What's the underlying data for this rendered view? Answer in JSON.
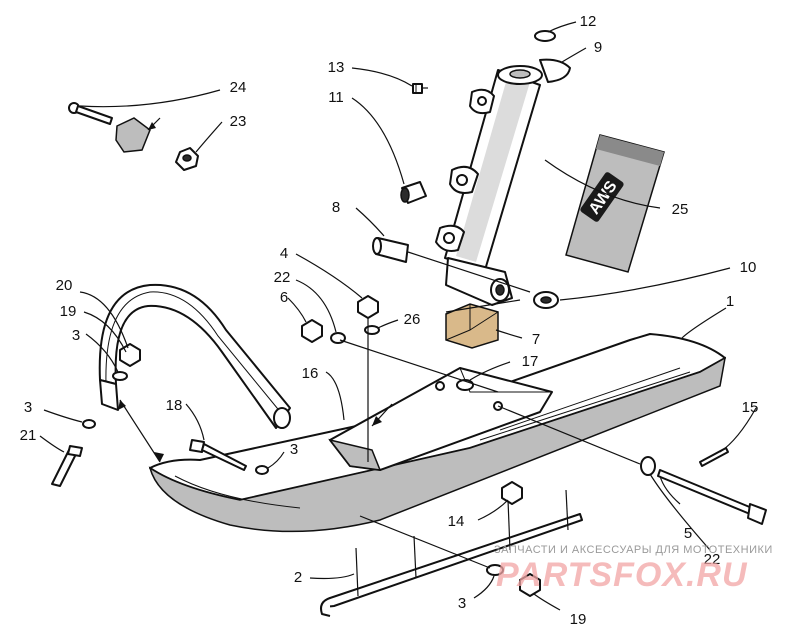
{
  "diagram": {
    "callouts": [
      "12",
      "9",
      "13",
      "11",
      "24",
      "23",
      "25",
      "8",
      "4",
      "22",
      "10",
      "6",
      "26",
      "20",
      "19",
      "7",
      "3",
      "17",
      "16",
      "1",
      "18",
      "15",
      "3",
      "21",
      "3",
      "14",
      "5",
      "22",
      "2",
      "3",
      "19"
    ],
    "decal_text": "AWS"
  },
  "watermark": {
    "caption": "ЗАПЧАСТИ И АКСЕССУАРЫ ДЛЯ МОТОТЕХНИКИ",
    "logo": "PARTSFOX.RU"
  }
}
